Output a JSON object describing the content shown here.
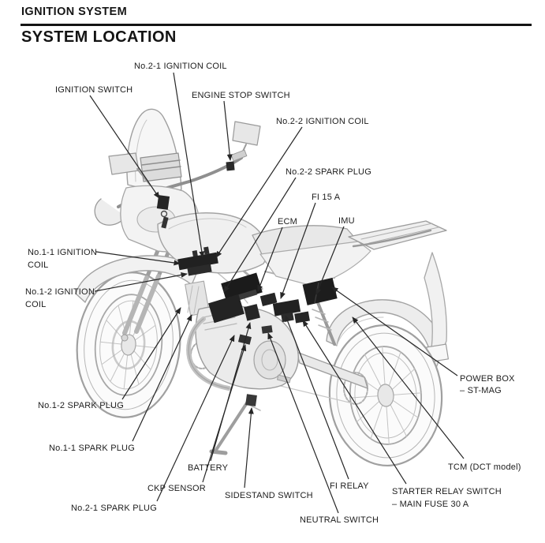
{
  "header": {
    "section": "IGNITION SYSTEM",
    "title": "SYSTEM LOCATION"
  },
  "diagram": {
    "callouts": [
      {
        "id": "no-2-1-ignition-coil",
        "text": "No.2-1 IGNITION COIL"
      },
      {
        "id": "ignition-switch",
        "text": "IGNITION SWITCH"
      },
      {
        "id": "engine-stop-switch",
        "text": "ENGINE STOP SWITCH"
      },
      {
        "id": "no-2-2-ignition-coil",
        "text": "No.2-2 IGNITION COIL"
      },
      {
        "id": "no-2-2-spark-plug",
        "text": "No.2-2 SPARK PLUG"
      },
      {
        "id": "fi-fuse",
        "text": "FI 15 A"
      },
      {
        "id": "ecm",
        "text": "ECM"
      },
      {
        "id": "imu",
        "text": "IMU"
      },
      {
        "id": "no-1-1-ignition-coil",
        "text": "No.1-1 IGNITION",
        "text2": "COIL"
      },
      {
        "id": "no-1-2-ignition-coil",
        "text": "No.1-2 IGNITION",
        "text2": "COIL"
      },
      {
        "id": "no-1-2-spark-plug",
        "text": "No.1-2 SPARK PLUG"
      },
      {
        "id": "no-1-1-spark-plug",
        "text": "No.1-1 SPARK PLUG"
      },
      {
        "id": "battery",
        "text": "BATTERY"
      },
      {
        "id": "ckp-sensor",
        "text": "CKP SENSOR"
      },
      {
        "id": "no-2-1-spark-plug",
        "text": "No.2-1 SPARK PLUG"
      },
      {
        "id": "sidestand-switch",
        "text": "SIDESTAND SWITCH"
      },
      {
        "id": "neutral-switch",
        "text": "NEUTRAL SWITCH"
      },
      {
        "id": "fi-relay",
        "text": "FI RELAY"
      },
      {
        "id": "starter-relay-switch",
        "text": "STARTER RELAY SWITCH",
        "text2": "– MAIN FUSE 30 A"
      },
      {
        "id": "tcm",
        "text": "TCM (DCT model)"
      },
      {
        "id": "power-box",
        "text": "POWER BOX",
        "text2": "– ST-MAG"
      }
    ]
  },
  "colors": {
    "ink": "#1c1c1c",
    "heading_rule": "#141414",
    "leader_line": "#262626",
    "component_fill": "#1d1d1d",
    "sketch_line": "#a3a3a3",
    "sketch_fill": "#f0f0f0",
    "paper": "#ffffff"
  }
}
